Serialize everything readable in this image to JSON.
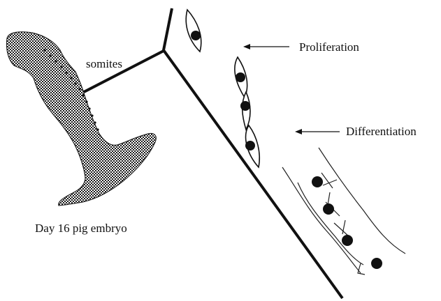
{
  "labels": {
    "somites": "somites",
    "proliferation": "Proliferation",
    "differentiation": "Differentiation",
    "caption": "Day 16 pig embryo"
  },
  "colors": {
    "ink": "#111111",
    "embryo_fill": "#8a8a8a"
  }
}
